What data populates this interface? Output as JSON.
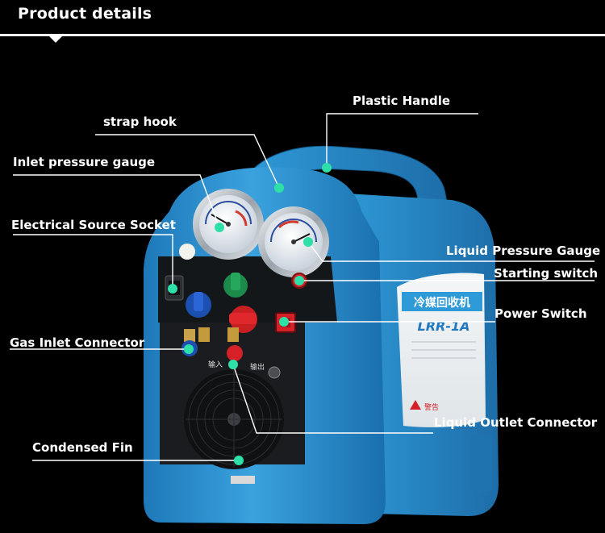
{
  "header": {
    "title": "Product details"
  },
  "machine": {
    "label_chinese": "冷媒回收机",
    "model": "LRR-1A",
    "inlet_cn": "输入",
    "outlet_cn": "输出",
    "warning_cn": "警告"
  },
  "callouts": {
    "plastic_handle": "Plastic Handle",
    "strap_hook": "strap hook",
    "inlet_pressure_gauge": "Inlet pressure gauge",
    "electrical_source_socket": "Electrical Source Socket",
    "liquid_pressure_gauge": "Liquid Pressure Gauge",
    "starting_switch": "Starting switch",
    "power_switch": "Power Switch",
    "gas_inlet_connector": "Gas Inlet Connector",
    "liquid_outlet_connector": "Liquid Outlet Connector",
    "condensed_fin": "Condensed Fin"
  },
  "colors": {
    "background": "#000000",
    "body_blue": "#2b8fd0",
    "callout_dot": "#2ee0a8",
    "callout_line": "#ffffff"
  }
}
